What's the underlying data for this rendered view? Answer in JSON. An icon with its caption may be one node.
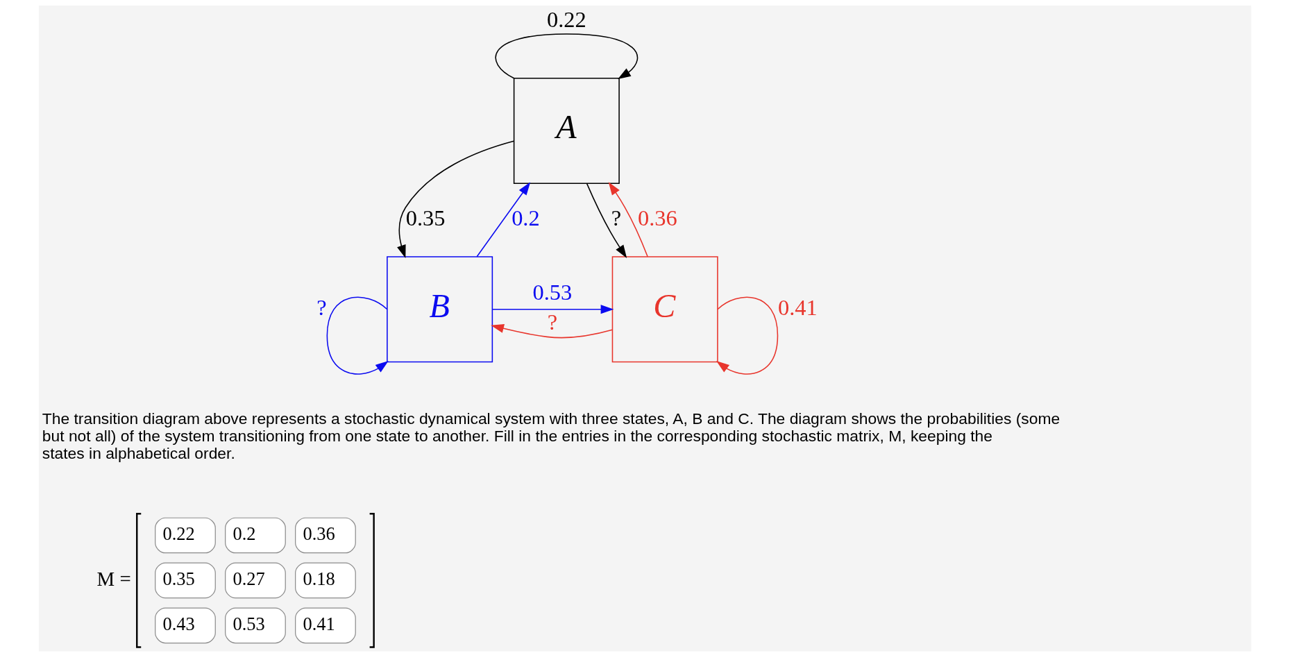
{
  "diagram": {
    "nodes": [
      {
        "text": [
          "A"
        ]
      },
      {
        "text": [
          "B"
        ]
      },
      {
        "text": [
          "C"
        ]
      }
    ],
    "edges": [
      {
        "from": 0,
        "to": 0,
        "arrow": "to",
        "label": "0.22"
      },
      {
        "from": 0,
        "to": 1,
        "arrow": "to",
        "label": "0.35"
      },
      {
        "from": 1,
        "to": 0,
        "arrow": "to",
        "label": "0.2",
        "color": "#0b0bf0"
      },
      {
        "from": 2,
        "to": 0,
        "arrow": "to",
        "label": "0.36",
        "color": "#e8352c"
      },
      {
        "from": 0,
        "to": 2,
        "arrow": "to",
        "label": "?"
      },
      {
        "from": 2,
        "to": 1,
        "arrow": "to",
        "label": "?",
        "color": "#e8352c"
      },
      {
        "from": 1,
        "to": 2,
        "arrow": "to",
        "label": "0.53",
        "color": "#0b0bf0"
      },
      {
        "from": 1,
        "to": 1,
        "arrow": "to",
        "label": "?",
        "color": "#0b0bf0"
      },
      {
        "from": 2,
        "to": 2,
        "arrow": "to",
        "label": "0.41",
        "color": "#e8352c"
      }
    ],
    "labels": [
      "The transition diagram above represents a stochastic dynamical system with three states, A, B and C. The diagram shows the probabilities (some but not all) of the system transitioning from one state to another. Fill in the entries in the corresponding stochastic matrix, M, keeping the states in alphabetical order.",
      "M =",
      "0.22",
      "0.2",
      "0.36",
      "0.35",
      "0.27",
      "0.18",
      "0.43",
      "0.53",
      "0.41"
    ]
  }
}
